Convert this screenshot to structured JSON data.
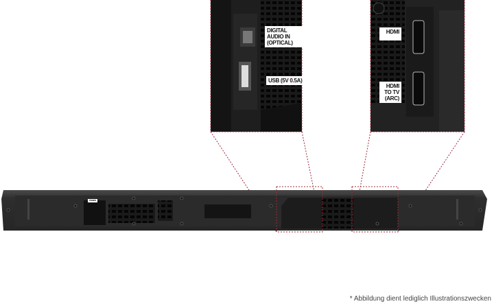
{
  "insets": {
    "left": {
      "labels": [
        "DIGITAL AUDIO IN (OPTICAL)",
        "USB (5V 0.5A)"
      ]
    },
    "right": {
      "labels": [
        "HDMI",
        "HDMI TO TV (ARC)"
      ]
    }
  },
  "soundbar": {
    "power_label": "POWER"
  },
  "callout_line_color": "#a0283a",
  "footnote": "* Abbildung dient lediglich Illustrationszwecken"
}
